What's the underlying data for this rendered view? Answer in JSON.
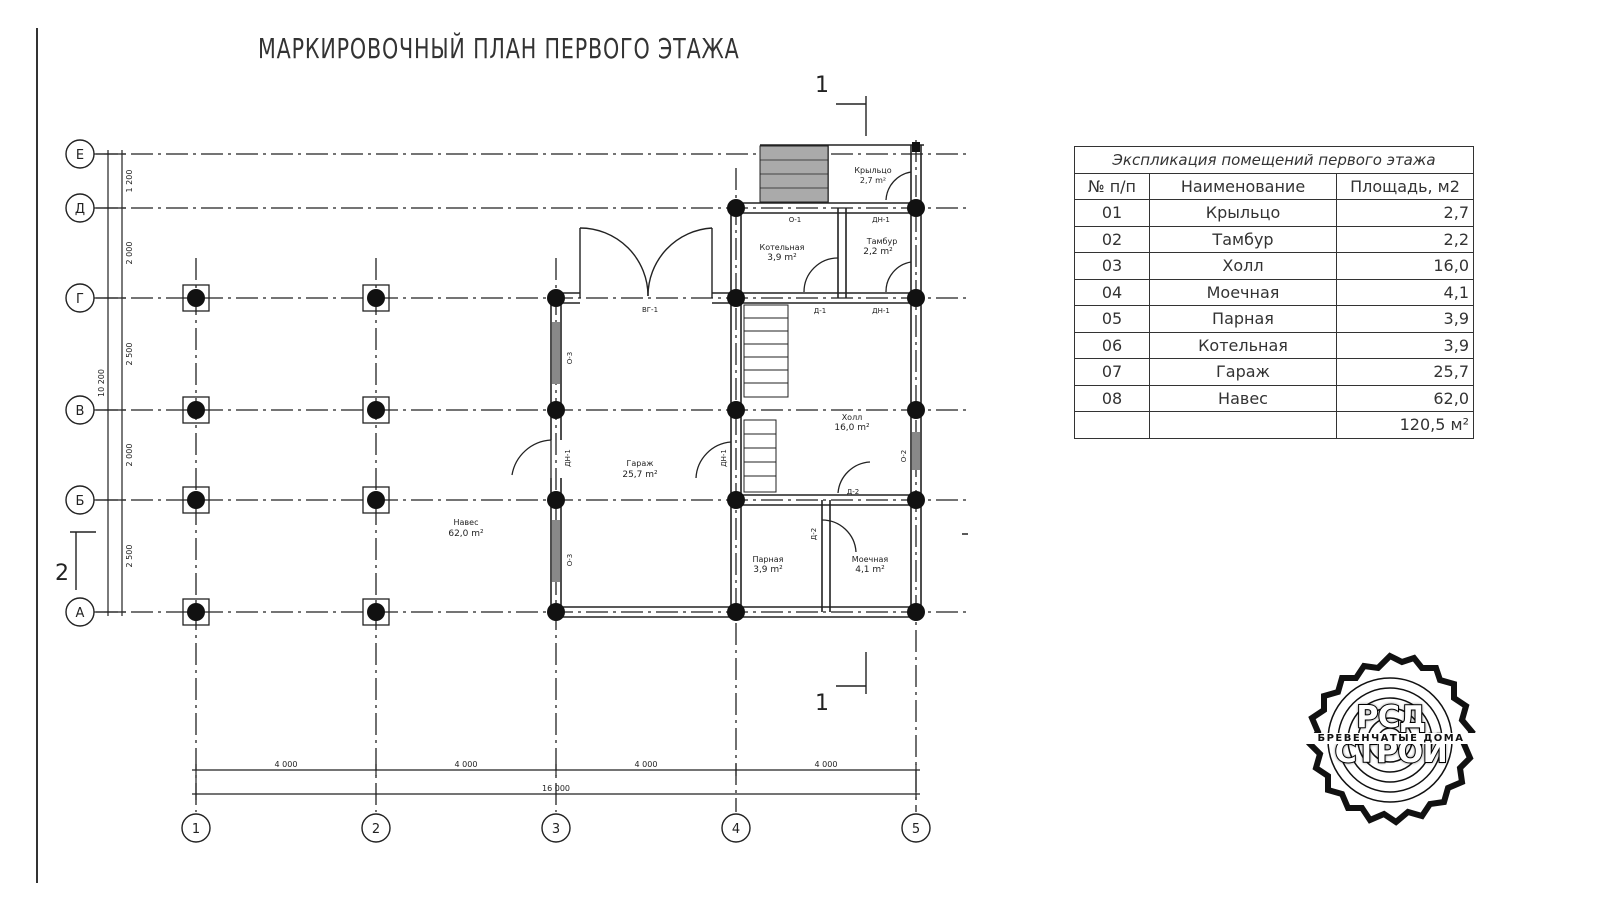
{
  "title": "МАРКИРОВОЧНЫЙ ПЛАН ПЕРВОГО ЭТАЖА",
  "axes": {
    "rows": [
      "Е",
      "Д",
      "Г",
      "В",
      "Б",
      "А"
    ],
    "cols": [
      "1",
      "2",
      "3",
      "4",
      "5"
    ]
  },
  "dims": {
    "row_spans": [
      "1 200",
      "2 000",
      "2 500",
      "2 000",
      "2 500"
    ],
    "row_total": "10 200",
    "col_spans": [
      "4 000",
      "4 000",
      "4 000",
      "4 000"
    ],
    "col_total": "16 000"
  },
  "section_marks": {
    "top": "1",
    "bottom": "1",
    "left": "2"
  },
  "rooms": {
    "kryltso": {
      "name": "Крыльцо",
      "area": "2,7 m²"
    },
    "kotelnaya": {
      "name": "Котельная",
      "area": "3,9 m²"
    },
    "tambur": {
      "name": "Тамбур",
      "area": "2,2 m²"
    },
    "holl": {
      "name": "Холл",
      "area": "16,0 m²"
    },
    "garazh": {
      "name": "Гараж",
      "area": "25,7 m²"
    },
    "naves": {
      "name": "Навес",
      "area": "62,0 m²"
    },
    "parnaya": {
      "name": "Парная",
      "area": "3,9 m²"
    },
    "moechnaya": {
      "name": "Моечная",
      "area": "4,1 m²"
    }
  },
  "openings": {
    "o1": "О-1",
    "dn1a": "ДН-1",
    "dn1b": "ДН-1",
    "dn1c": "ДН-1",
    "dn1d": "ДН-1",
    "vg1": "ВГ-1",
    "d1": "Д-1",
    "o3a": "О-3",
    "o3b": "О-3",
    "o2": "О-2",
    "d2a": "Д-2",
    "d2b": "Д-2"
  },
  "table": {
    "caption": "Экспликация помещений первого этажа",
    "headers": [
      "№ п/п",
      "Наименование",
      "Площадь, м2"
    ],
    "rows": [
      [
        "01",
        "Крыльцо",
        "2,7"
      ],
      [
        "02",
        "Тамбур",
        "2,2"
      ],
      [
        "03",
        "Холл",
        "16,0"
      ],
      [
        "04",
        "Моечная",
        "4,1"
      ],
      [
        "05",
        "Парная",
        "3,9"
      ],
      [
        "06",
        "Котельная",
        "3,9"
      ],
      [
        "07",
        "Гараж",
        "25,7"
      ],
      [
        "08",
        "Навес",
        "62,0"
      ]
    ],
    "total": "120,5 м²"
  },
  "logo": {
    "name": "РСД СТРОЙ",
    "tagline": "БРЕВЕНЧАТЫЕ ДОМА"
  }
}
